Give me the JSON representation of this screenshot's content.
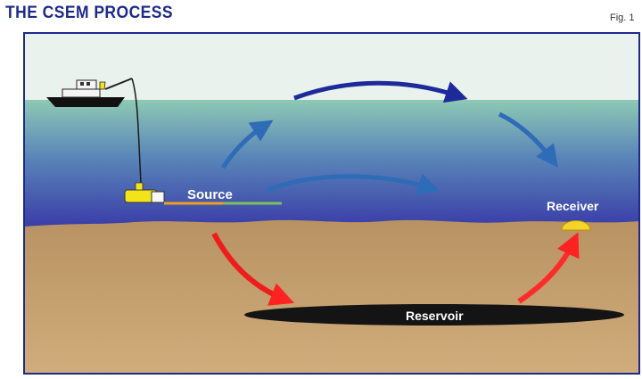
{
  "header": {
    "title": "THE CSEM PROCESS",
    "figure_label": "Fig. 1"
  },
  "labels": {
    "source": "Source",
    "receiver": "Receiver",
    "reservoir": "Reservoir"
  },
  "colors": {
    "title": "#1d2a8a",
    "frame": "#1d2a8a",
    "sky": "#eaf2ee",
    "sea_top": "#8ec9b4",
    "sea_bottom": "#3a3da8",
    "seabed": "#c49e6c",
    "reservoir": "#141414",
    "em_field_water": "#2e6cb8",
    "em_field_deep": "#1d2a9a",
    "em_field_ground": "#ee1c1c",
    "source_device": "#f3e31b",
    "receiver_device": "#f3d52a"
  },
  "icons": {
    "vessel": "survey-ship-icon",
    "source": "em-source-towfish-icon",
    "receiver": "seafloor-receiver-icon"
  }
}
